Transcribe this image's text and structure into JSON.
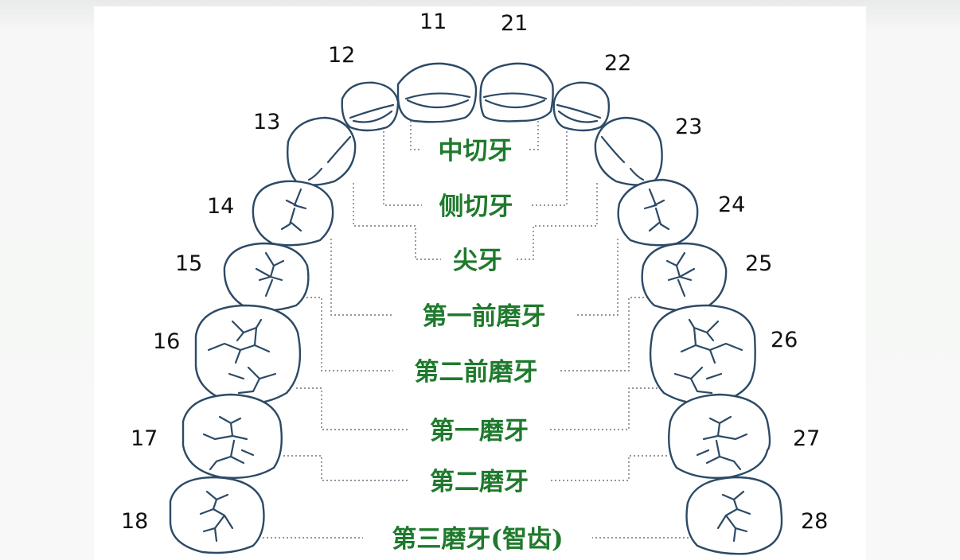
{
  "numbers": {
    "t11": "11",
    "t21": "21",
    "t12": "12",
    "t22": "22",
    "t13": "13",
    "t23": "23",
    "t14": "14",
    "t24": "24",
    "t15": "15",
    "t25": "25",
    "t16": "16",
    "t26": "26",
    "t17": "17",
    "t27": "27",
    "t18": "18",
    "t28": "28"
  },
  "labels": {
    "central_incisor": "中切牙",
    "lateral_incisor": "侧切牙",
    "canine": "尖牙",
    "first_premolar": "第一前磨牙",
    "second_premolar": "第二前磨牙",
    "first_molar": "第一磨牙",
    "second_molar": "第二磨牙",
    "third_molar": "第三磨牙(智齿)"
  },
  "colors": {
    "label": "#1f7a2d",
    "outline": "#2c4a66",
    "number": "#111111",
    "leader": "#6f7480"
  }
}
